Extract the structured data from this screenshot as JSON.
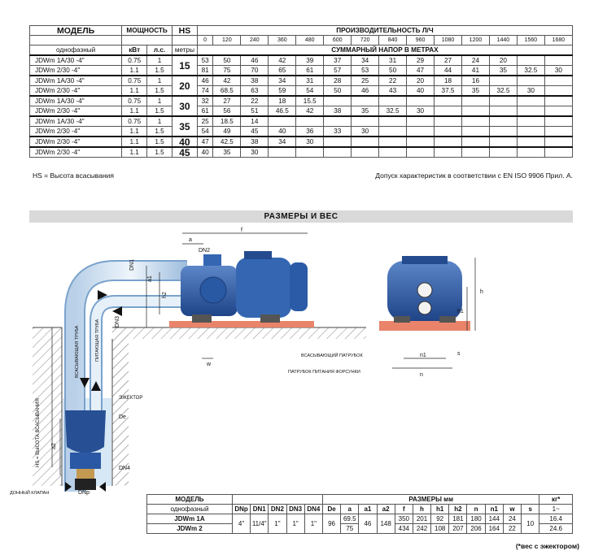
{
  "perf": {
    "model_label": "МОДЕЛЬ",
    "power_label": "МОЩНОСТЬ",
    "hs_label": "HS",
    "flow_label": "ПРОИЗВОДИТЕЛЬНОСТЬ Л/Ч",
    "head_label": "СУММАРНЫЙ НАПОР В МЕТРАХ",
    "phase_label": "однофазный",
    "kw_label": "кВт",
    "hp_label": "л.с.",
    "meters_label": "метры",
    "flows": [
      "0",
      "120",
      "240",
      "360",
      "480",
      "600",
      "720",
      "840",
      "960",
      "1080",
      "1200",
      "1440",
      "1560",
      "1680"
    ],
    "groups": [
      {
        "hs": "15",
        "rows": [
          {
            "model": "JDWm  1A/30 -4\"",
            "kw": "0.75",
            "hp": "1",
            "v": [
              "53",
              "50",
              "46",
              "42",
              "39",
              "37",
              "34",
              "31",
              "29",
              "27",
              "24",
              "20",
              "",
              ""
            ]
          },
          {
            "model": "JDWm  2/30   -4\"",
            "kw": "1.1",
            "hp": "1.5",
            "v": [
              "81",
              "75",
              "70",
              "65",
              "61",
              "57",
              "53",
              "50",
              "47",
              "44",
              "41",
              "35",
              "32.5",
              "30"
            ]
          }
        ]
      },
      {
        "hs": "20",
        "rows": [
          {
            "model": "JDWm  1A/30 -4\"",
            "kw": "0.75",
            "hp": "1",
            "v": [
              "46",
              "42",
              "38",
              "34",
              "31",
              "28",
              "25",
              "22",
              "20",
              "18",
              "16",
              "",
              "",
              ""
            ]
          },
          {
            "model": "JDWm  2/30   -4\"",
            "kw": "1.1",
            "hp": "1.5",
            "v": [
              "74",
              "68.5",
              "63",
              "59",
              "54",
              "50",
              "46",
              "43",
              "40",
              "37.5",
              "35",
              "32.5",
              "30",
              ""
            ]
          }
        ]
      },
      {
        "hs": "30",
        "rows": [
          {
            "model": "JDWm  1A/30 -4\"",
            "kw": "0.75",
            "hp": "1",
            "v": [
              "32",
              "27",
              "22",
              "18",
              "15.5",
              "",
              "",
              "",
              "",
              "",
              "",
              "",
              "",
              ""
            ]
          },
          {
            "model": "JDWm  2/30   -4\"",
            "kw": "1.1",
            "hp": "1.5",
            "v": [
              "61",
              "56",
              "51",
              "46.5",
              "42",
              "38",
              "35",
              "32.5",
              "30",
              "",
              "",
              "",
              "",
              ""
            ]
          }
        ]
      },
      {
        "hs": "35",
        "rows": [
          {
            "model": "JDWm  1A/30 -4\"",
            "kw": "0.75",
            "hp": "1",
            "v": [
              "25",
              "18.5",
              "14",
              "",
              "",
              "",
              "",
              "",
              "",
              "",
              "",
              "",
              "",
              ""
            ]
          },
          {
            "model": "JDWm  2/30   -4\"",
            "kw": "1.1",
            "hp": "1.5",
            "v": [
              "54",
              "49",
              "45",
              "40",
              "36",
              "33",
              "30",
              "",
              "",
              "",
              "",
              "",
              "",
              ""
            ]
          }
        ]
      },
      {
        "hs": "40",
        "rows": [
          {
            "model": "JDWm  2/30   -4\"",
            "kw": "1.1",
            "hp": "1.5",
            "v": [
              "47",
              "42.5",
              "38",
              "34",
              "30",
              "",
              "",
              "",
              "",
              "",
              "",
              "",
              "",
              ""
            ]
          }
        ]
      },
      {
        "hs": "45",
        "rows": [
          {
            "model": "JDWm  2/30   -4\"",
            "kw": "1.1",
            "hp": "1.5",
            "v": [
              "40",
              "35",
              "30",
              "",
              "",
              "",
              "",
              "",
              "",
              "",
              "",
              "",
              "",
              ""
            ]
          }
        ]
      }
    ]
  },
  "notes": {
    "hs_note": "HS = Высота всасывания",
    "tolerance": "Допуск характеристик в соответствии с EN ISO 9906 Прил.  A."
  },
  "section_title": "РАЗМЕРЫ И ВЕС",
  "diagram": {
    "labels": {
      "a": "a",
      "f": "f",
      "dn2": "DN2",
      "dn1": "DN1",
      "a1": "a1",
      "h2": "h2",
      "dn3": "DN3",
      "w": "w",
      "h": "h",
      "h1": "h1",
      "n1": "n1",
      "n": "n",
      "s": "s",
      "de": "De",
      "a2": "a2",
      "dn4": "DN4",
      "dnp": "DNp",
      "hs_vertical": "HS = ВЫСОТА ВСАСЫВАНИЯ",
      "suction_pipe": "ВСАСЫВАЮЩАЯ ТРУБА",
      "feed_pipe": "ПИТАЮЩАЯ ТРУБА",
      "ejector": "ЭЖЕКТОР",
      "foot_valve": "ДОННЫЙ КЛАПАН",
      "suction_port": "ВСАСЫВАЮЩИЙ ПАТРУБОК",
      "nozzle_port": "ПАТРУБОК ПИТАНИЯ ФОРСУНКИ"
    }
  },
  "dims": {
    "model_label": "МОДЕЛЬ",
    "phase_label": "однофазный",
    "dimensions_label": "РАЗМЕРЫ мм",
    "kg_label": "кг*",
    "phase_unit": "1~",
    "cols": [
      "DNp",
      "DN1",
      "DN2",
      "DN3",
      "DN4",
      "De",
      "a",
      "a1",
      "a2",
      "f",
      "h",
      "h1",
      "h2",
      "n",
      "n1",
      "w",
      "s"
    ],
    "shared": {
      "dnp": "4\"",
      "dn1": "11/4\"",
      "dn2": "1\"",
      "dn3": "1\"",
      "dn4": "1\"",
      "de": "96",
      "a1": "46",
      "a2": "148",
      "s": "10"
    },
    "rows": [
      {
        "model": "JDWm  1A",
        "a": "69.5",
        "f": "350",
        "h": "201",
        "h1": "92",
        "h2": "181",
        "n": "180",
        "n1": "144",
        "w": "24",
        "kg": "16.4"
      },
      {
        "model": "JDWm  2",
        "a": "75",
        "f": "434",
        "h": "242",
        "h1": "108",
        "h2": "207",
        "n": "206",
        "n1": "164",
        "w": "22",
        "kg": "24.6"
      }
    ],
    "weight_note": "(*вес с эжектором)"
  },
  "colors": {
    "pump_blue": "#2f5fae",
    "pump_dark": "#1d3f7a",
    "base_red": "#e9846a",
    "hatch": "#6d6d6d",
    "pipe_light": "#dbe8f4",
    "pipe_mid": "#8db1d6"
  }
}
